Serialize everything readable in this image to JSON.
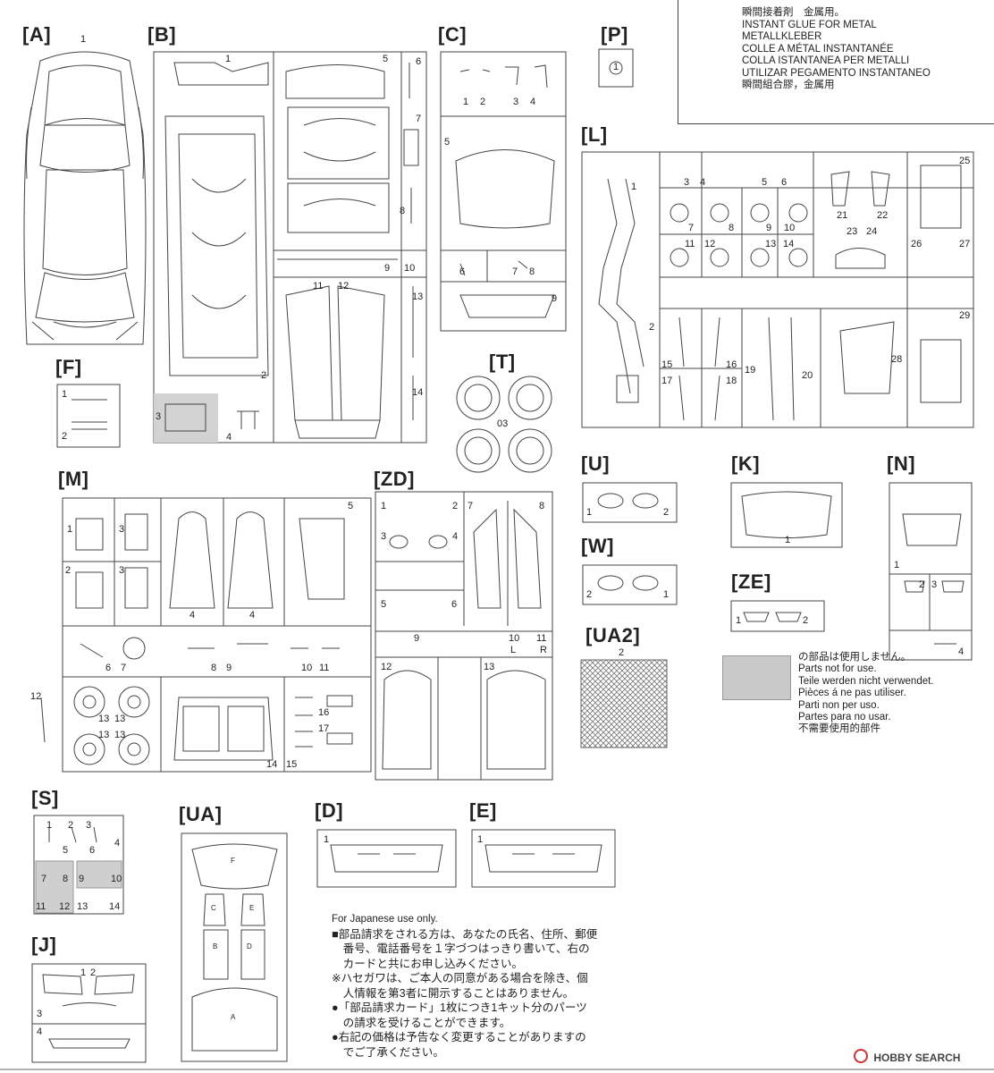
{
  "glue_legend": {
    "lines": [
      "瞬間接着剤　金属用。",
      "INSTANT GLUE FOR METAL",
      "METALLKLEBER",
      "COLLE A MÉTAL INSTANTANÉE",
      "COLLA ISTANTANEA PER METALLI",
      "UTILIZAR PEGAMENTO INSTANTANEO",
      "瞬間組合膠，金属用"
    ]
  },
  "unused_legend": {
    "lines": [
      "の部品は使用しません。",
      "Parts not for use.",
      "Teile werden nicht verwendet.",
      "Pièces á ne pas utiliser.",
      "Parti non per uso.",
      "Partes para no usar.",
      "不需要使用的部件"
    ]
  },
  "japanese_note": {
    "title": "For Japanese use only.",
    "lines": [
      "■部品請求をされる方は、あなたの氏名、住所、郵便",
      "　番号、電話番号を１字づつはっきり書いて、右の",
      "　カードと共にお申し込みください。",
      "※ハセガワは、ご本人の同意がある場合を除き、個",
      "　人情報を第3者に開示することはありません。",
      "●「部品請求カード」1枚につき1キット分のパーツ",
      "　の請求を受けることができます。",
      "●右記の価格は予告なく変更することがありますの",
      "　でご了承ください。"
    ]
  },
  "watermark": "HOBBY SEARCH",
  "sprues": {
    "A": {
      "label": "[A]",
      "nums": [
        "1"
      ]
    },
    "B": {
      "label": "[B]",
      "nums": [
        "1",
        "5",
        "6",
        "7",
        "8",
        "9",
        "10",
        "11",
        "12",
        "13",
        "14",
        "2",
        "3",
        "4"
      ]
    },
    "C": {
      "label": "[C]",
      "nums": [
        "1",
        "2",
        "3",
        "4",
        "5",
        "6",
        "7",
        "8",
        "9"
      ]
    },
    "P": {
      "label": "[P]",
      "nums": [
        "1"
      ]
    },
    "L": {
      "label": "[L]",
      "nums": [
        "1",
        "3",
        "4",
        "5",
        "6",
        "25",
        "7",
        "8",
        "9",
        "10",
        "21",
        "22",
        "11",
        "12",
        "13",
        "14",
        "23",
        "24",
        "26",
        "27",
        "2",
        "15",
        "16",
        "19",
        "20",
        "28",
        "29",
        "17",
        "18"
      ]
    },
    "T": {
      "label": "[T]",
      "nums": [
        "03"
      ]
    },
    "F": {
      "label": "[F]",
      "nums": [
        "1",
        "2"
      ]
    },
    "M": {
      "label": "[M]",
      "nums": [
        "1",
        "3",
        "5",
        "2",
        "3",
        "4",
        "4",
        "6",
        "7",
        "8",
        "9",
        "10",
        "11",
        "12",
        "13",
        "13",
        "13",
        "13",
        "16",
        "17",
        "14",
        "15"
      ]
    },
    "ZD": {
      "label": "[ZD]",
      "nums": [
        "1",
        "2",
        "7",
        "8",
        "3",
        "4",
        "5",
        "6",
        "9",
        "10",
        "11",
        "L",
        "R",
        "12",
        "13"
      ]
    },
    "U": {
      "label": "[U]",
      "nums": [
        "1",
        "2"
      ]
    },
    "W": {
      "label": "[W]",
      "nums": [
        "2",
        "1"
      ]
    },
    "K": {
      "label": "[K]",
      "nums": [
        "1"
      ]
    },
    "N": {
      "label": "[N]",
      "nums": [
        "1",
        "2",
        "3",
        "4"
      ]
    },
    "ZE": {
      "label": "[ZE]",
      "nums": [
        "1",
        "2"
      ]
    },
    "UA2": {
      "label": "[UA2]",
      "nums": [
        "2"
      ]
    },
    "S": {
      "label": "[S]",
      "nums": [
        "1",
        "2",
        "3",
        "4",
        "5",
        "6",
        "7",
        "8",
        "9",
        "10",
        "11",
        "12",
        "13",
        "14"
      ]
    },
    "UA": {
      "label": "[UA]",
      "nums": [
        "F",
        "C",
        "E",
        "B",
        "D",
        "A"
      ]
    },
    "D": {
      "label": "[D]",
      "nums": [
        "1"
      ]
    },
    "E": {
      "label": "[E]",
      "nums": [
        "1"
      ]
    },
    "J": {
      "label": "[J]",
      "nums": [
        "1",
        "2",
        "3",
        "4"
      ]
    }
  }
}
